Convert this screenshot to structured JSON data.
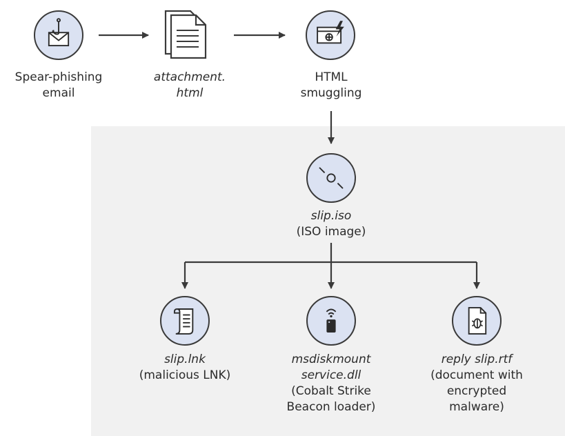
{
  "nodes": {
    "email": {
      "lines": [
        "Spear-phishing",
        "email"
      ],
      "icon": "fishhook-envelope-icon"
    },
    "attachment": {
      "lines": [
        "attachment.",
        "html"
      ],
      "icon": "document-icon"
    },
    "smuggling": {
      "lines": [
        "HTML",
        "smuggling"
      ],
      "icon": "browser-lightning-icon"
    },
    "iso": {
      "name": "slip.iso",
      "desc": "(ISO image)",
      "icon": "disc-icon"
    },
    "lnk": {
      "name": "slip.lnk",
      "desc": "(malicious LNK)",
      "icon": "scroll-icon"
    },
    "dll": {
      "name_lines": [
        "msdiskmount",
        "service.dll"
      ],
      "desc_lines": [
        "(Cobalt Strike",
        "Beacon loader)"
      ],
      "icon": "beacon-icon"
    },
    "rtf": {
      "name": "reply slip.rtf",
      "desc_lines": [
        "(document with",
        "encrypted",
        "malware)"
      ],
      "icon": "bug-document-icon"
    }
  },
  "colors": {
    "panel": "#f1f1f1",
    "node_fill": "#dbe2f2",
    "stroke": "#3a3a3a"
  }
}
